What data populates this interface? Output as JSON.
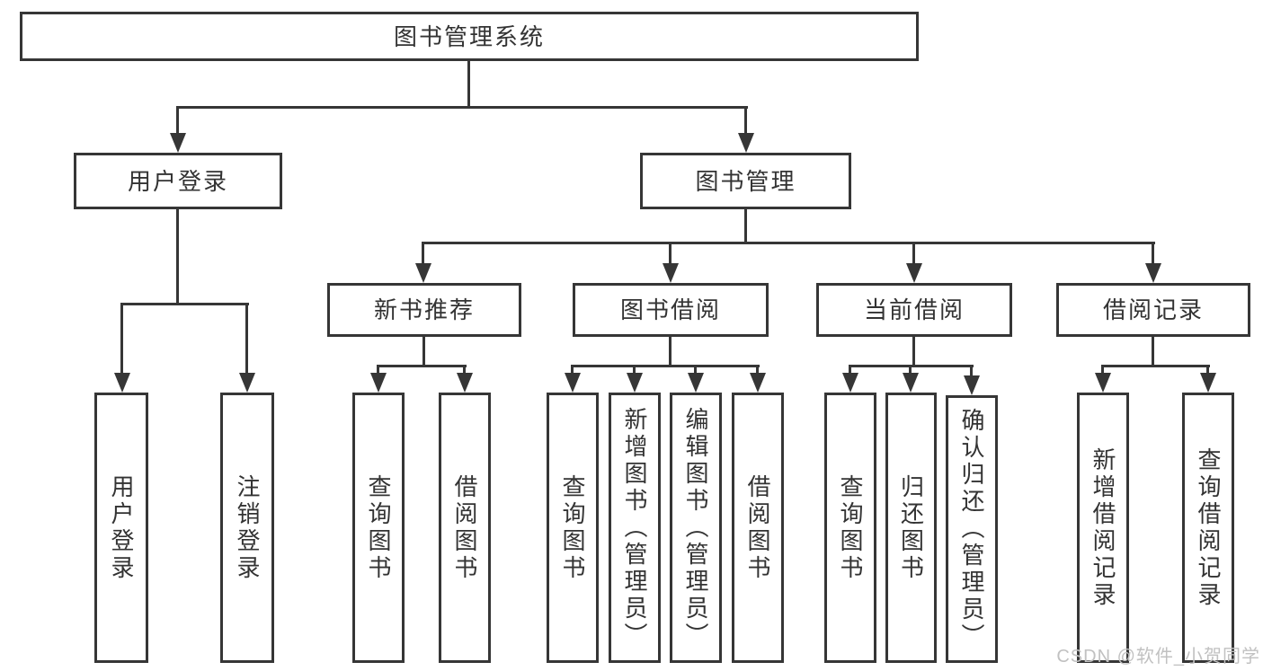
{
  "diagram_title": "图书管理系统",
  "colors": {
    "line": "#363636",
    "node_text": "#333333",
    "node_background": "#ffffff",
    "watermark": "#c1c1c1"
  },
  "tree": {
    "label": "图书管理系统",
    "children": [
      {
        "label": "用户登录",
        "children": [
          {
            "label": "用户登录"
          },
          {
            "label": "注销登录"
          }
        ]
      },
      {
        "label": "图书管理",
        "children": [
          {
            "label": "新书推荐",
            "children": [
              {
                "label": "查询图书"
              },
              {
                "label": "借阅图书"
              }
            ]
          },
          {
            "label": "图书借阅",
            "children": [
              {
                "label": "查询图书"
              },
              {
                "label": "新增图书（管理员）"
              },
              {
                "label": "编辑图书（管理员）"
              },
              {
                "label": "借阅图书"
              }
            ]
          },
          {
            "label": "当前借阅",
            "children": [
              {
                "label": "查询图书"
              },
              {
                "label": "归还图书"
              },
              {
                "label": "确认归还（管理员）"
              }
            ]
          },
          {
            "label": "借阅记录",
            "children": [
              {
                "label": "新增借阅记录"
              },
              {
                "label": "查询借阅记录"
              }
            ]
          }
        ]
      }
    ]
  },
  "watermark": "CSDN @软件_小贺同学"
}
